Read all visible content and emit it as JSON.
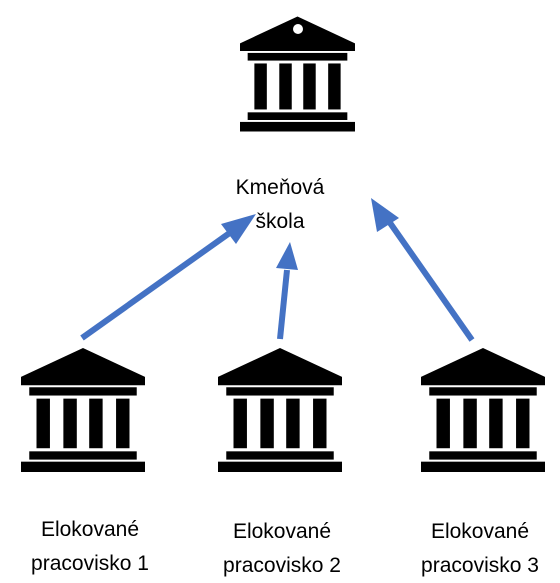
{
  "diagram": {
    "main_node": {
      "icon": "building-columns-icon",
      "label_line1": "Kmeňová",
      "label_line2": "škola"
    },
    "branches": [
      {
        "icon": "building-columns-icon",
        "label_line1": "Elokované",
        "label_line2": "pracovisko 1"
      },
      {
        "icon": "building-columns-icon",
        "label_line1": "Elokované",
        "label_line2": "pracovisko 2"
      },
      {
        "icon": "building-columns-icon",
        "label_line1": "Elokované",
        "label_line2": "pracovisko 3"
      }
    ],
    "colors": {
      "icon": "#000000",
      "arrow": "#4472C4",
      "background": "#FFFFFF"
    }
  }
}
